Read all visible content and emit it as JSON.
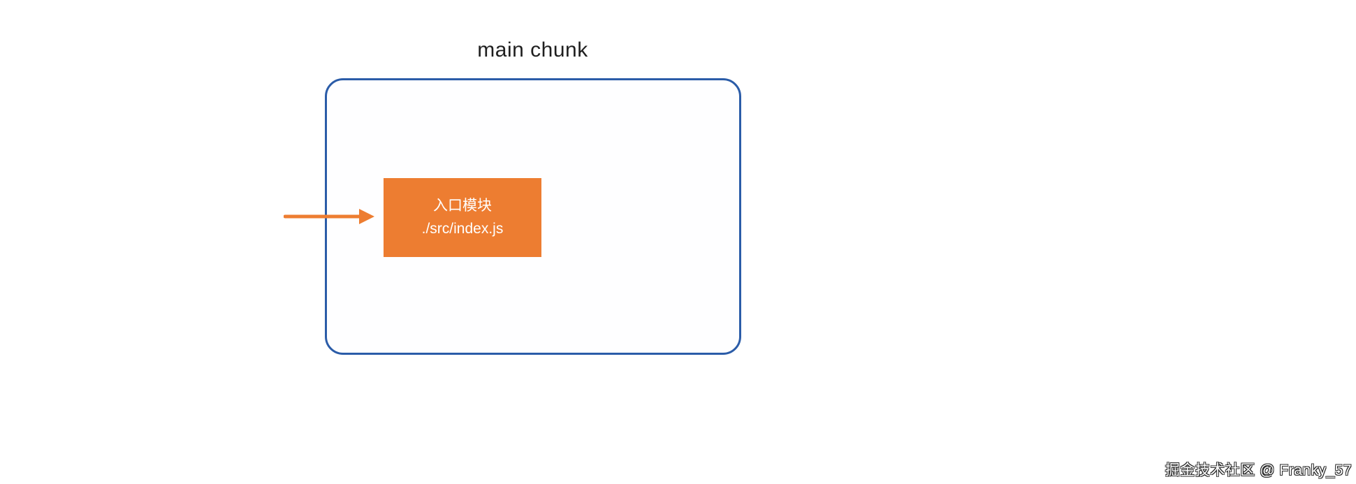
{
  "diagram": {
    "title": "main chunk",
    "chunk": {
      "module": {
        "line1": "入口模块",
        "line2": "./src/index.js"
      }
    }
  },
  "icons": {
    "entry_arrow": "right-arrow"
  },
  "watermark": "掘金技术社区 @ Franky_57",
  "colors": {
    "accent_orange": "#ed7d31",
    "border_blue": "#2b5ca8",
    "title_text": "#1f1f1f",
    "module_text": "#ffffff",
    "background": "#ffffff"
  }
}
